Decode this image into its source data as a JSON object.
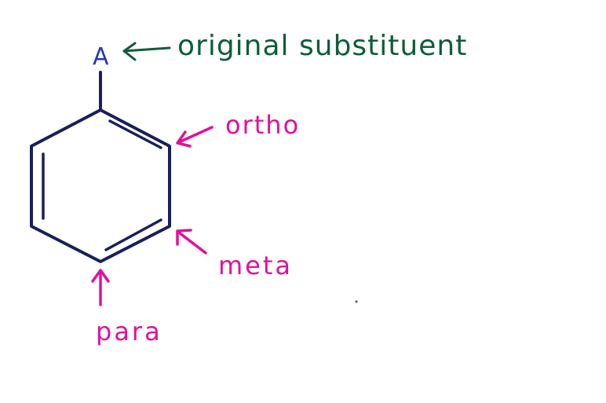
{
  "colors": {
    "ring": "#1a1f5a",
    "substituent_letter": "#2636b8",
    "original_label": "#0f5c3a",
    "position_labels": "#e0119a",
    "background": "#ffffff"
  },
  "substituent": {
    "letter": "A",
    "label": "original substituent"
  },
  "positions": {
    "ortho": "ortho",
    "meta": "meta",
    "para": "para"
  },
  "icons": {
    "arrow": "arrow-icon",
    "bond": "bond-line"
  }
}
